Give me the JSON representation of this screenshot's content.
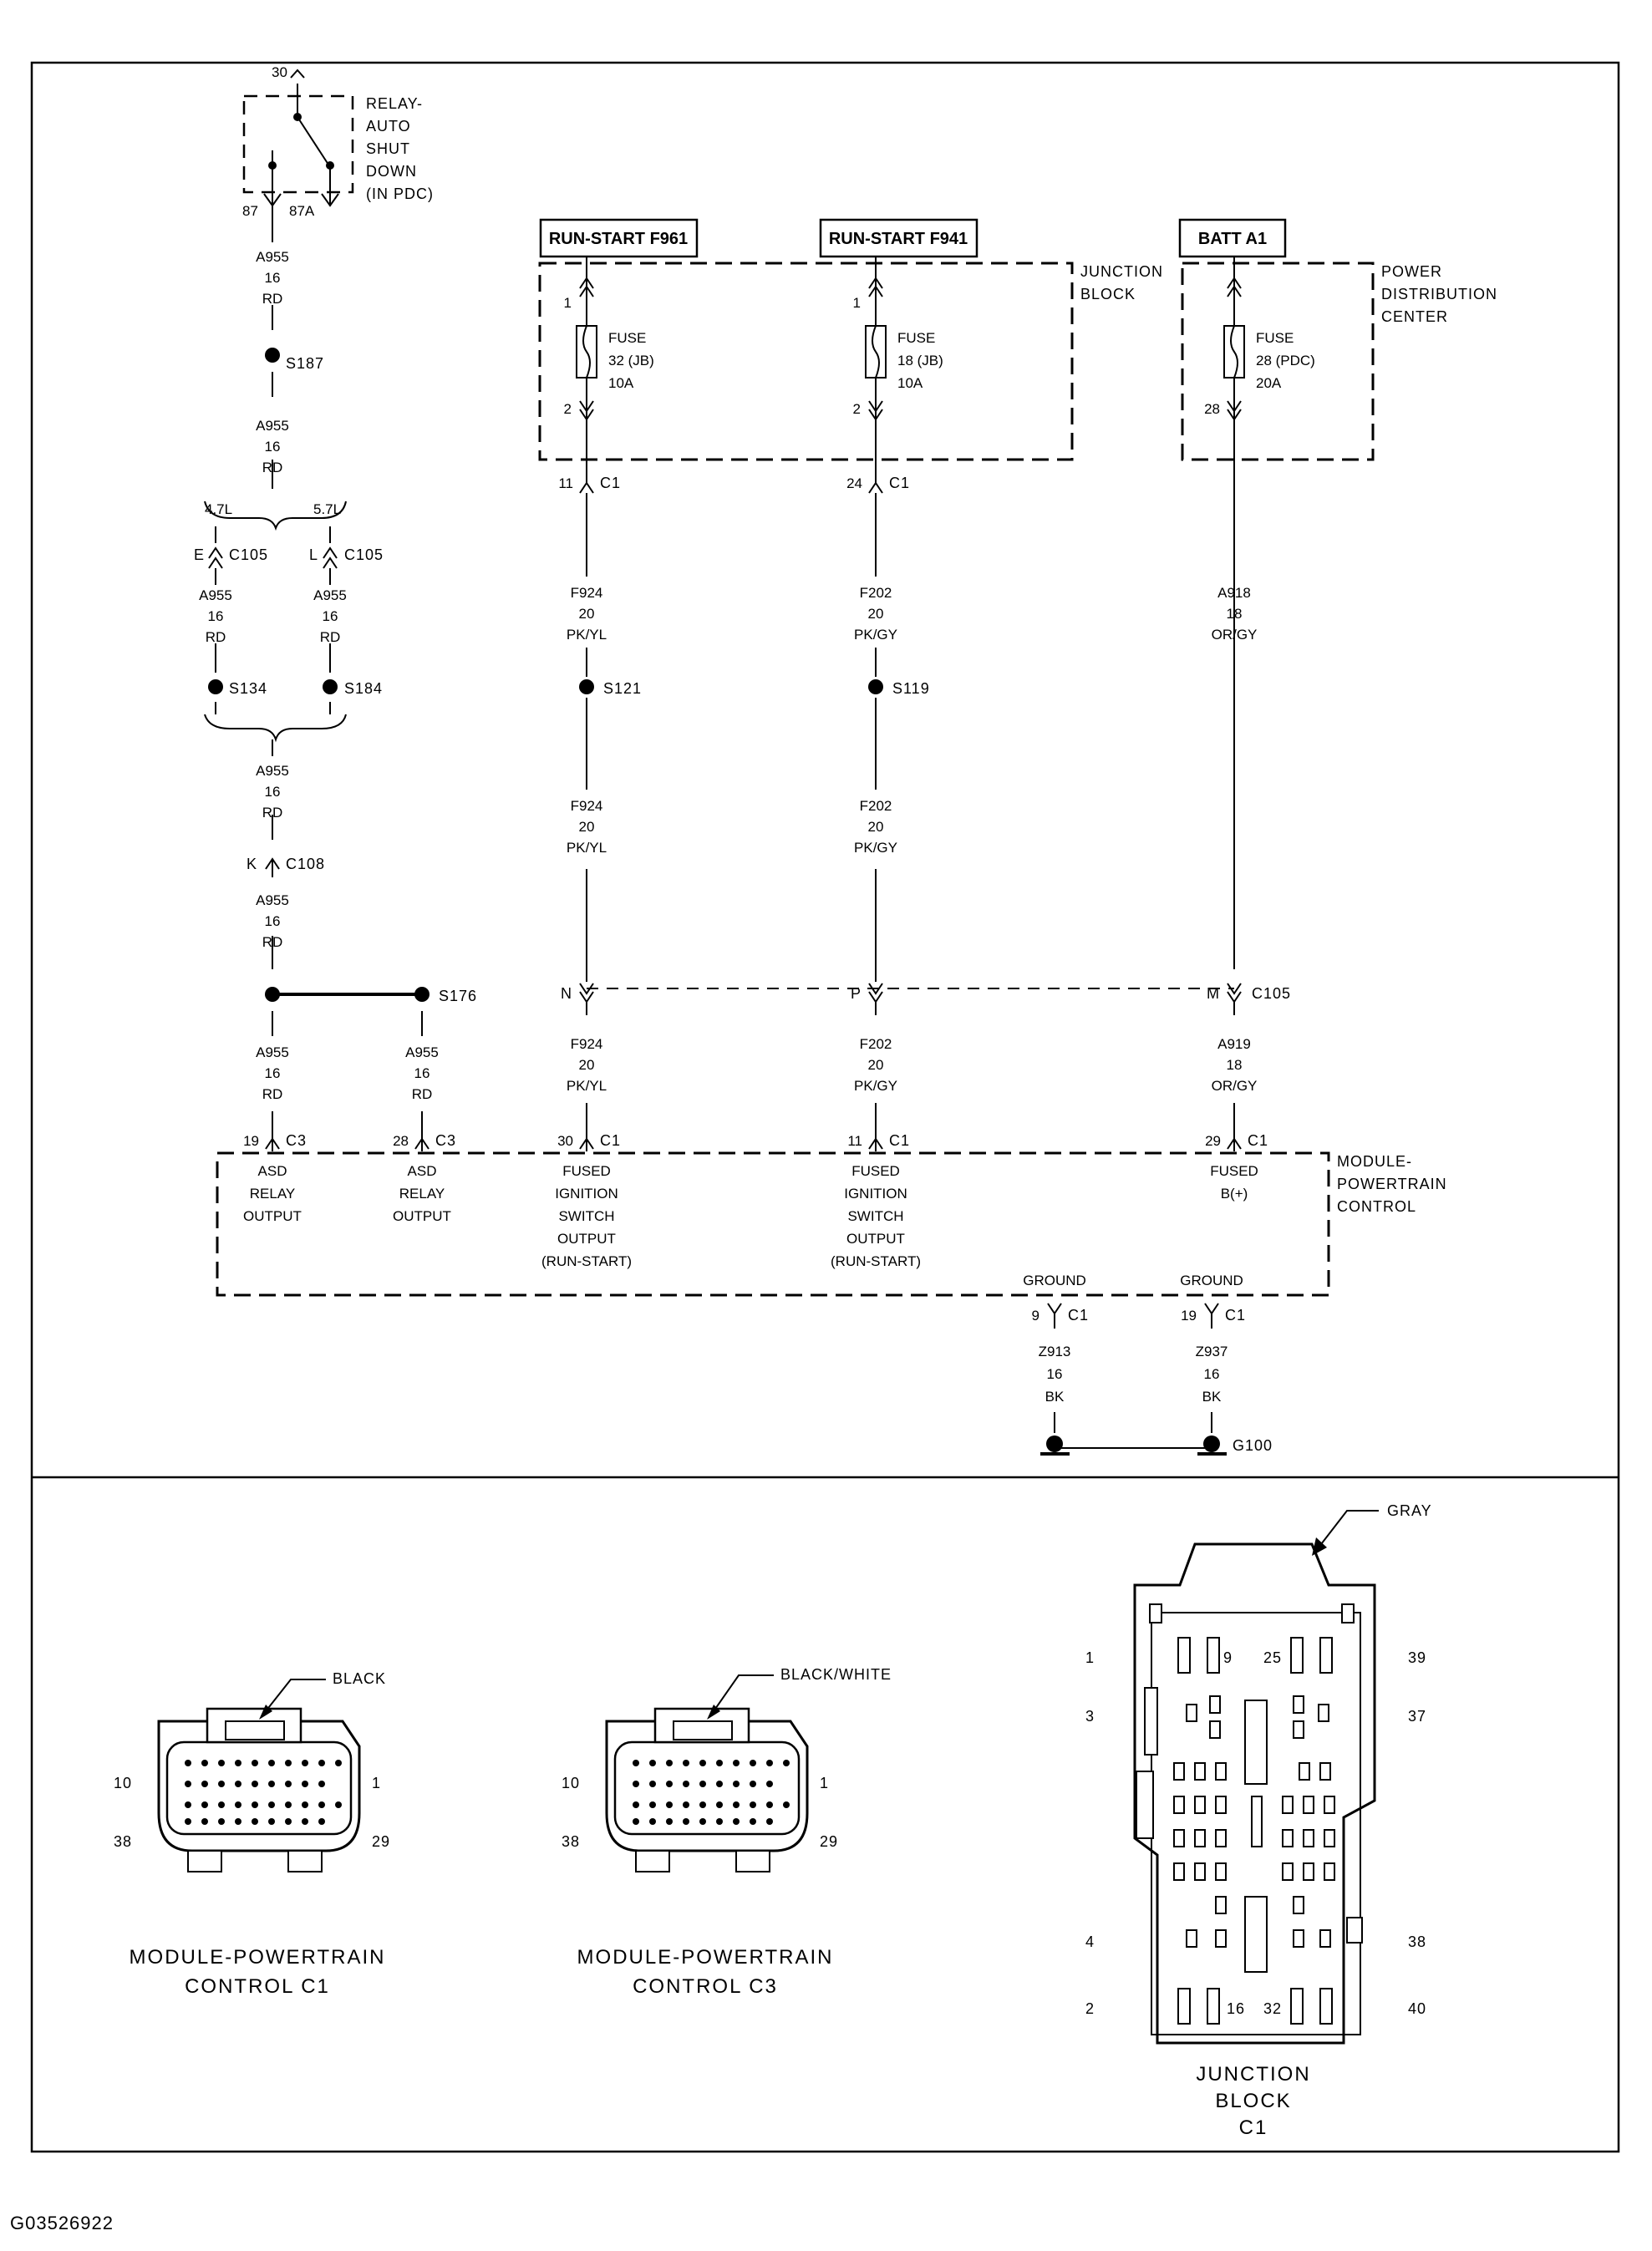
{
  "relay": {
    "title_lines": [
      "RELAY-",
      "AUTO",
      "SHUT",
      "DOWN",
      "(IN PDC)"
    ],
    "pin_top": "30",
    "pin_left": "87",
    "pin_right": "87A"
  },
  "sources": {
    "f961": "RUN-START F961",
    "f941": "RUN-START F941",
    "batt": "BATT A1"
  },
  "blocks": {
    "junction_block": [
      "JUNCTION",
      "BLOCK"
    ],
    "pdc": [
      "POWER",
      "DISTRIBUTION",
      "CENTER"
    ],
    "pcm": [
      "MODULE-",
      "POWERTRAIN",
      "CONTROL"
    ]
  },
  "fuses": [
    {
      "name": "fuse-32",
      "pin_in": "1",
      "pin_out": "2",
      "lines": [
        "FUSE",
        "32 (JB)",
        "10A"
      ]
    },
    {
      "name": "fuse-18",
      "pin_in": "1",
      "pin_out": "2",
      "lines": [
        "FUSE",
        "18 (JB)",
        "10A"
      ]
    },
    {
      "name": "fuse-28",
      "pin_in": "",
      "pin_out": "28",
      "lines": [
        "FUSE",
        "28 (PDC)",
        "20A"
      ]
    }
  ],
  "wires": [
    {
      "name": "wire-a955-top",
      "lines": [
        "A955",
        "16",
        "RD"
      ]
    },
    {
      "name": "wire-a955-mid",
      "lines": [
        "A955",
        "16",
        "RD"
      ]
    },
    {
      "name": "wire-a955-left",
      "lines": [
        "A955",
        "16",
        "RD"
      ]
    },
    {
      "name": "wire-a955-right",
      "lines": [
        "A955",
        "16",
        "RD"
      ]
    },
    {
      "name": "wire-a955-merge",
      "lines": [
        "A955",
        "16",
        "RD"
      ]
    },
    {
      "name": "wire-a955-k",
      "lines": [
        "A955",
        "16",
        "RD"
      ]
    },
    {
      "name": "wire-a955-pcm19",
      "lines": [
        "A955",
        "16",
        "RD"
      ]
    },
    {
      "name": "wire-a955-pcm28",
      "lines": [
        "A955",
        "16",
        "RD"
      ]
    },
    {
      "name": "wire-f924-1",
      "lines": [
        "F924",
        "20",
        "PK/YL"
      ]
    },
    {
      "name": "wire-f924-2",
      "lines": [
        "F924",
        "20",
        "PK/YL"
      ]
    },
    {
      "name": "wire-f924-3",
      "lines": [
        "F924",
        "20",
        "PK/YL"
      ]
    },
    {
      "name": "wire-f202-1",
      "lines": [
        "F202",
        "20",
        "PK/GY"
      ]
    },
    {
      "name": "wire-f202-2",
      "lines": [
        "F202",
        "20",
        "PK/GY"
      ]
    },
    {
      "name": "wire-f202-3",
      "lines": [
        "F202",
        "20",
        "PK/GY"
      ]
    },
    {
      "name": "wire-a918",
      "lines": [
        "A918",
        "18",
        "OR/GY"
      ]
    },
    {
      "name": "wire-a919",
      "lines": [
        "A919",
        "18",
        "OR/GY"
      ]
    },
    {
      "name": "wire-z913",
      "lines": [
        "Z913",
        "16",
        "BK"
      ]
    },
    {
      "name": "wire-z937",
      "lines": [
        "Z937",
        "16",
        "BK"
      ]
    }
  ],
  "splices": {
    "s187": "S187",
    "s134": "S134",
    "s184": "S184",
    "s176": "S176",
    "s121": "S121",
    "s119": "S119",
    "g100": "G100"
  },
  "engine_options": {
    "left": "4.7L",
    "right": "5.7L"
  },
  "connectors": {
    "c105_e_pin": "E",
    "c105_e": "C105",
    "c105_l_pin": "L",
    "c105_l": "C105",
    "c108_pin": "K",
    "c108": "C108",
    "jb_11_pin": "11",
    "jb_11": "C1",
    "jb_24_pin": "24",
    "jb_24": "C1",
    "c105_n_pin": "N",
    "c105_p_pin": "P",
    "c105_m_pin": "M",
    "c105_m": "C105",
    "pcm_19_pin": "19",
    "pcm_19": "C3",
    "pcm_28_pin": "28",
    "pcm_28": "C3",
    "pcm_30_pin": "30",
    "pcm_30": "C1",
    "pcm_11_pin": "11",
    "pcm_11": "C1",
    "pcm_29_pin": "29",
    "pcm_29": "C1",
    "pcm_9_pin": "9",
    "pcm_9": "C1",
    "pcm_19g_pin": "19",
    "pcm_19g": "C1"
  },
  "pcm_pins": [
    {
      "name": "pin-asd-relay-output-1",
      "lines": [
        "ASD",
        "RELAY",
        "OUTPUT"
      ]
    },
    {
      "name": "pin-asd-relay-output-2",
      "lines": [
        "ASD",
        "RELAY",
        "OUTPUT"
      ]
    },
    {
      "name": "pin-fused-ignition-1",
      "lines": [
        "FUSED",
        "IGNITION",
        "SWITCH",
        "OUTPUT",
        "(RUN-START)"
      ]
    },
    {
      "name": "pin-fused-ignition-2",
      "lines": [
        "FUSED",
        "IGNITION",
        "SWITCH",
        "OUTPUT",
        "(RUN-START)"
      ]
    },
    {
      "name": "pin-fused-b-plus",
      "lines": [
        "FUSED",
        "B(+)"
      ]
    }
  ],
  "pcm_ground_labels": [
    "GROUND",
    "GROUND"
  ],
  "connector_views": {
    "pcm_c1": {
      "color": "BLACK",
      "title_lines": [
        "MODULE-POWERTRAIN",
        "CONTROL C1"
      ],
      "pins": [
        "10",
        "1",
        "38",
        "29"
      ]
    },
    "pcm_c3": {
      "color": "BLACK/WHITE",
      "title_lines": [
        "MODULE-POWERTRAIN",
        "CONTROL C3"
      ],
      "pins": [
        "10",
        "1",
        "38",
        "29"
      ]
    },
    "jb_c1": {
      "color": "GRAY",
      "title_lines": [
        "JUNCTION",
        "BLOCK",
        "C1"
      ],
      "pins_left": [
        "1",
        "3",
        "4",
        "2"
      ],
      "pins_right": [
        "39",
        "37",
        "38",
        "40"
      ],
      "pins_inner": [
        "9",
        "25",
        "16",
        "32"
      ]
    }
  },
  "figure_code": "G03526922"
}
